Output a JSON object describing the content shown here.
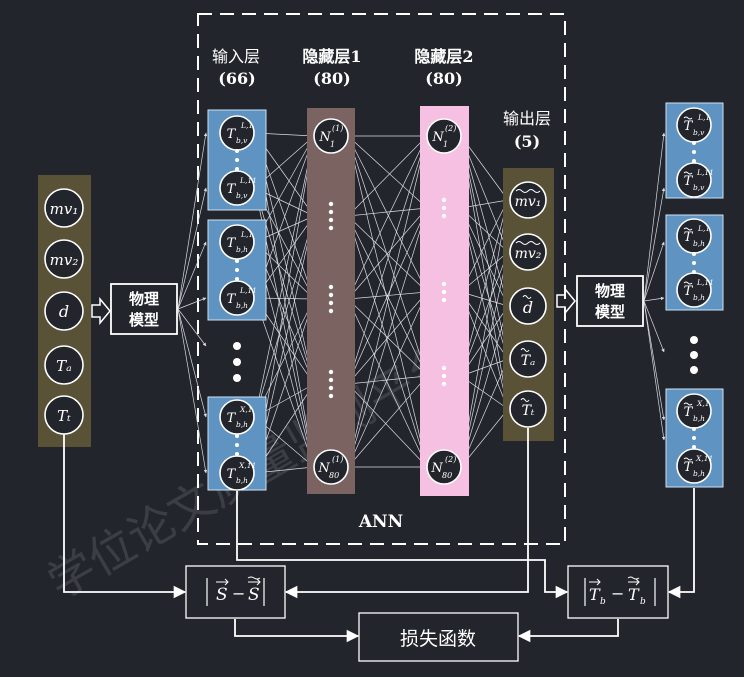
{
  "colors": {
    "background": "#23252c",
    "olive": "#5a5236",
    "input_blue": "#5e93c2",
    "hidden1": "#7a6360",
    "hidden2": "#f6c0e2",
    "node_fill": "#23252c",
    "line": "#ffffff",
    "watermark": "#6b6e78"
  },
  "ann_label": "ANN",
  "layers": {
    "input": {
      "title": "输入层",
      "count": "(66)"
    },
    "hidden1": {
      "title": "隐藏层1",
      "count": "(80)"
    },
    "hidden2": {
      "title": "隐藏层2",
      "count": "(80)"
    },
    "output": {
      "title": "输出层",
      "count": "(5)"
    }
  },
  "params": {
    "mv1": "mv₁",
    "mv2": "mv₂",
    "d": "d",
    "Ta": "Tₐ",
    "Tt": "Tₜ"
  },
  "physics_model_left": {
    "line1": "物理",
    "line2": "模型"
  },
  "physics_model_right": {
    "line1": "物理",
    "line2": "模型"
  },
  "input_nodes": {
    "g1_top": {
      "base": "T",
      "sup": "L,1",
      "sub": "b,v"
    },
    "g1_bot": {
      "base": "T",
      "sup": "L,11",
      "sub": "b,v"
    },
    "g2_top": {
      "base": "T",
      "sup": "L,1",
      "sub": "b,h"
    },
    "g2_bot": {
      "base": "T",
      "sup": "L,11",
      "sub": "b,h"
    },
    "g3_top": {
      "base": "T",
      "sup": "X,1",
      "sub": "b,h"
    },
    "g3_bot": {
      "base": "T",
      "sup": "X,11",
      "sub": "b,h"
    }
  },
  "hidden1_nodes": {
    "top": {
      "base": "N",
      "sup": "(1)",
      "sub": "1"
    },
    "bot": {
      "base": "N",
      "sup": "(1)",
      "sub": "80"
    }
  },
  "hidden2_nodes": {
    "top": {
      "base": "N",
      "sup": "(2)",
      "sub": "1"
    },
    "bot": {
      "base": "N",
      "sup": "(2)",
      "sub": "80"
    }
  },
  "output_nodes": {
    "mv1": "mv₁",
    "mv2": "mv₂",
    "d": "d",
    "Ta": "Tₐ",
    "Tt": "Tₜ"
  },
  "right_nodes": {
    "g1_top": {
      "base": "T",
      "sup": "L,1",
      "sub": "b,v"
    },
    "g1_bot": {
      "base": "T",
      "sup": "L,11",
      "sub": "b,v"
    },
    "g2_top": {
      "base": "T",
      "sup": "L,1",
      "sub": "b,h"
    },
    "g2_bot": {
      "base": "T",
      "sup": "L,11",
      "sub": "b,h"
    },
    "g3_top": {
      "base": "T",
      "sup": "X,1",
      "sub": "b,h"
    },
    "g3_bot": {
      "base": "T",
      "sup": "X,11",
      "sub": "b,h"
    }
  },
  "loss_S": {
    "a": "S",
    "minus": "−",
    "b": "S"
  },
  "loss_T": {
    "a": "T",
    "a_sub": "b",
    "minus": "−",
    "b": "T",
    "b_sub": "b"
  },
  "loss_function": "损失函数",
  "watermark": "学位论文质量监测平台"
}
